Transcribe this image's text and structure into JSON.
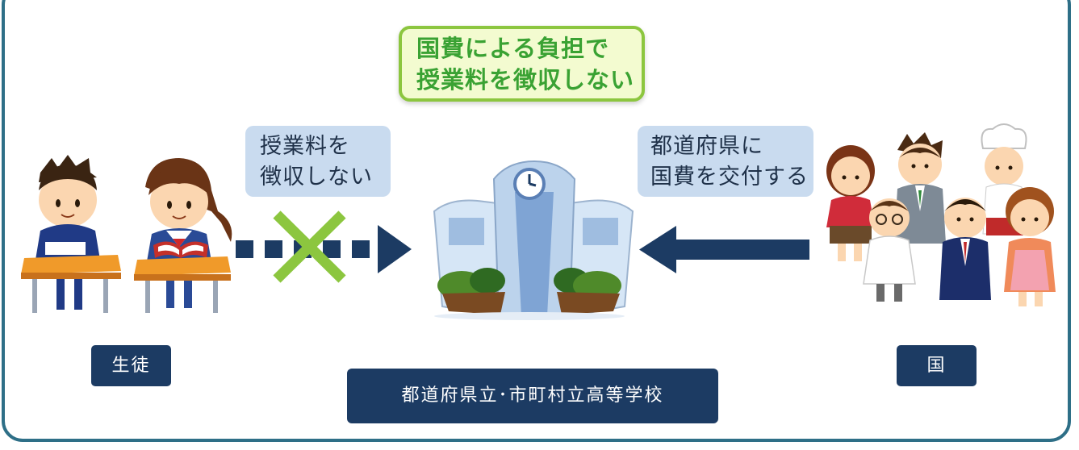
{
  "top_note": {
    "line1": "国費による負担で",
    "line2": "授業料を徴収しない"
  },
  "left_note": {
    "line1": "授業料を",
    "line2": "徴収しない"
  },
  "right_note": {
    "line1": "都道府県に",
    "line2": "国費を交付する"
  },
  "labels": {
    "student": "生徒",
    "country": "国",
    "school": "都道府県立･市町村立高等学校"
  },
  "colors": {
    "frame": "#2e6f87",
    "navy": "#1c3b63",
    "bubble": "#c9dbef",
    "note_fill": "#f3fbd0",
    "note_border": "#8cc63f",
    "cross": "#8cc63f"
  },
  "icons": [
    "students-illustration",
    "school-building-illustration",
    "people-group-illustration",
    "cross-mark-icon"
  ]
}
